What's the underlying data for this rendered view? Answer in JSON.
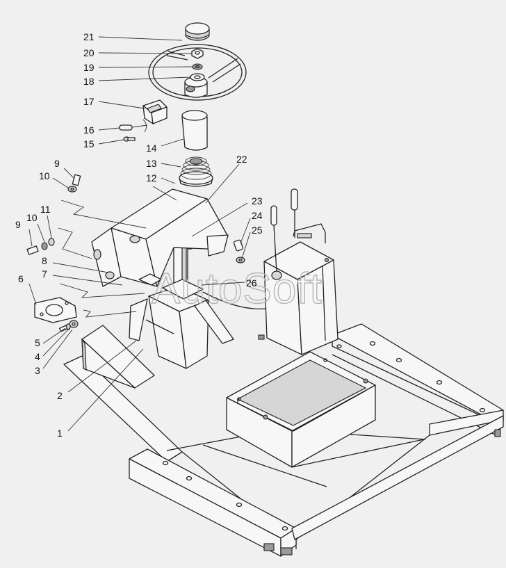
{
  "watermark": "AutoSoft",
  "callouts": [
    {
      "id": "c21",
      "label": "21"
    },
    {
      "id": "c20",
      "label": "20"
    },
    {
      "id": "c19",
      "label": "19"
    },
    {
      "id": "c18",
      "label": "18"
    },
    {
      "id": "c17",
      "label": "17"
    },
    {
      "id": "c16",
      "label": "16"
    },
    {
      "id": "c15",
      "label": "15"
    },
    {
      "id": "c14",
      "label": "14"
    },
    {
      "id": "c13",
      "label": "13"
    },
    {
      "id": "c12",
      "label": "12"
    },
    {
      "id": "c22",
      "label": "22"
    },
    {
      "id": "c9a",
      "label": "9"
    },
    {
      "id": "c10a",
      "label": "10"
    },
    {
      "id": "c9b",
      "label": "9"
    },
    {
      "id": "c10b",
      "label": "10"
    },
    {
      "id": "c11",
      "label": "11"
    },
    {
      "id": "c8",
      "label": "8"
    },
    {
      "id": "c7",
      "label": "7"
    },
    {
      "id": "c6",
      "label": "6"
    },
    {
      "id": "c5",
      "label": "5"
    },
    {
      "id": "c4",
      "label": "4"
    },
    {
      "id": "c3",
      "label": "3"
    },
    {
      "id": "c2",
      "label": "2"
    },
    {
      "id": "c1",
      "label": "1"
    },
    {
      "id": "c23",
      "label": "23"
    },
    {
      "id": "c24",
      "label": "24"
    },
    {
      "id": "c25",
      "label": "25"
    },
    {
      "id": "c26",
      "label": "26"
    }
  ]
}
